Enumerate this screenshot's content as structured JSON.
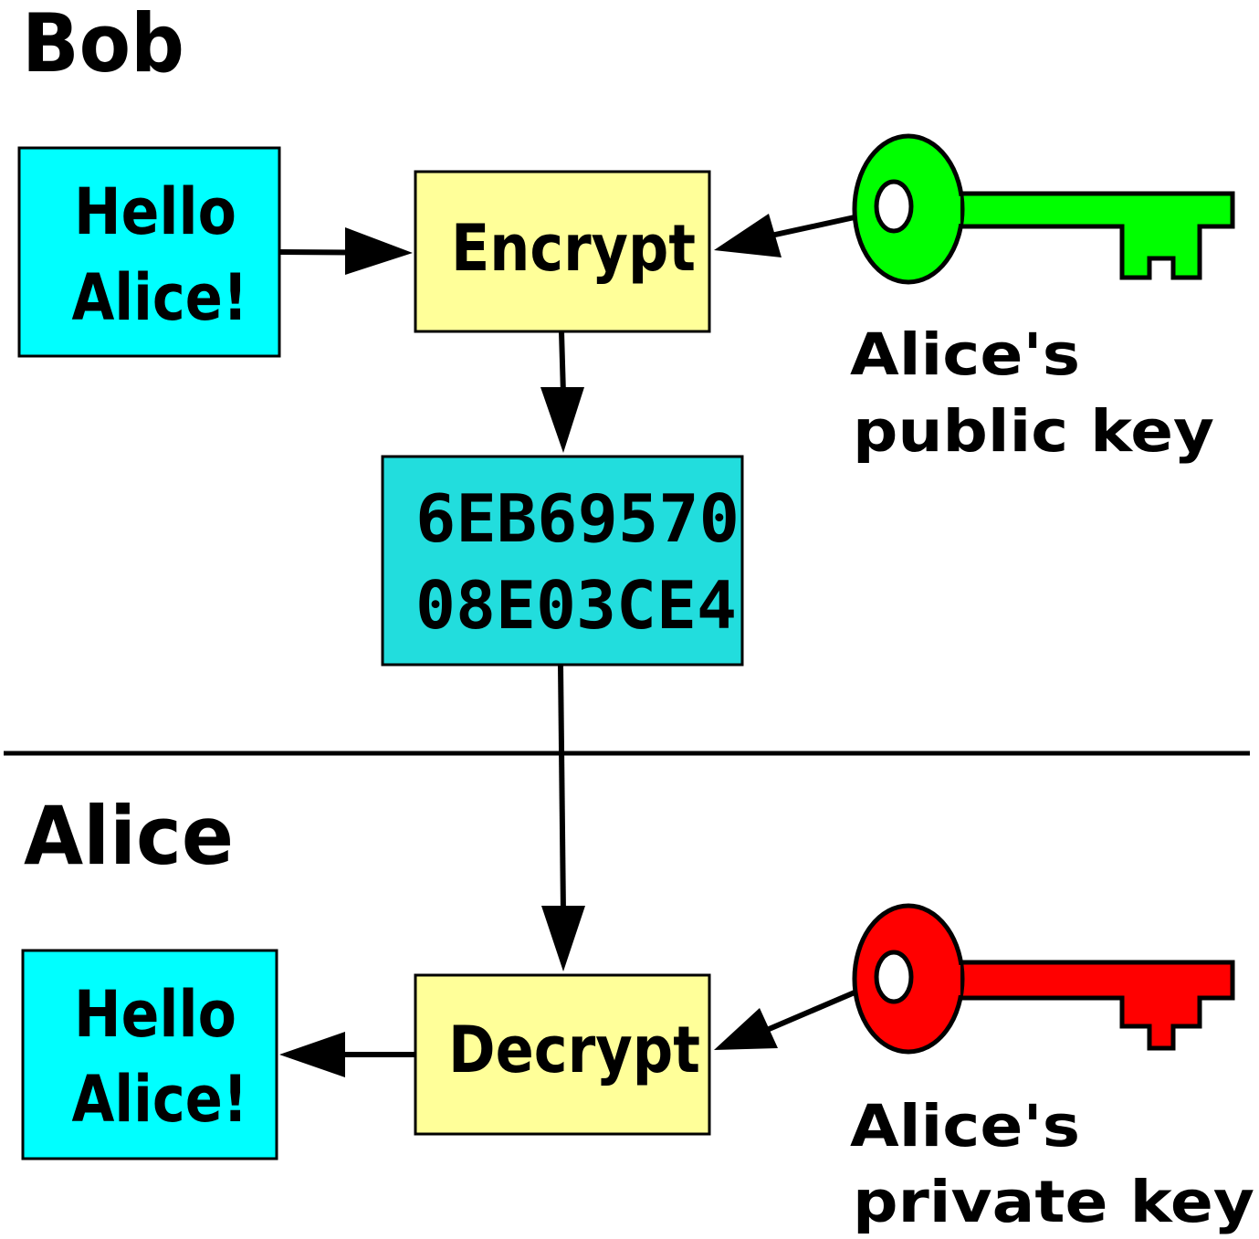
{
  "sections": {
    "bob": "Bob",
    "alice": "Alice"
  },
  "bob": {
    "message": [
      "Hello",
      "Alice!"
    ],
    "process": "Encrypt",
    "key_label": [
      "Alice's",
      "public key"
    ],
    "key_color": "#00ff00"
  },
  "ciphertext": {
    "lines": [
      "6EB69570",
      "08E03CE4"
    ],
    "color": "#22dddd"
  },
  "alice": {
    "message": [
      "Hello",
      "Alice!"
    ],
    "process": "Decrypt",
    "key_label": [
      "Alice's",
      "private key"
    ],
    "key_color": "#ff0000"
  },
  "colors": {
    "message_box": "#00ffff",
    "process_box": "#ffff99",
    "arrow": "#000000"
  },
  "icons": {
    "public_key": "key-icon",
    "private_key": "key-icon"
  }
}
